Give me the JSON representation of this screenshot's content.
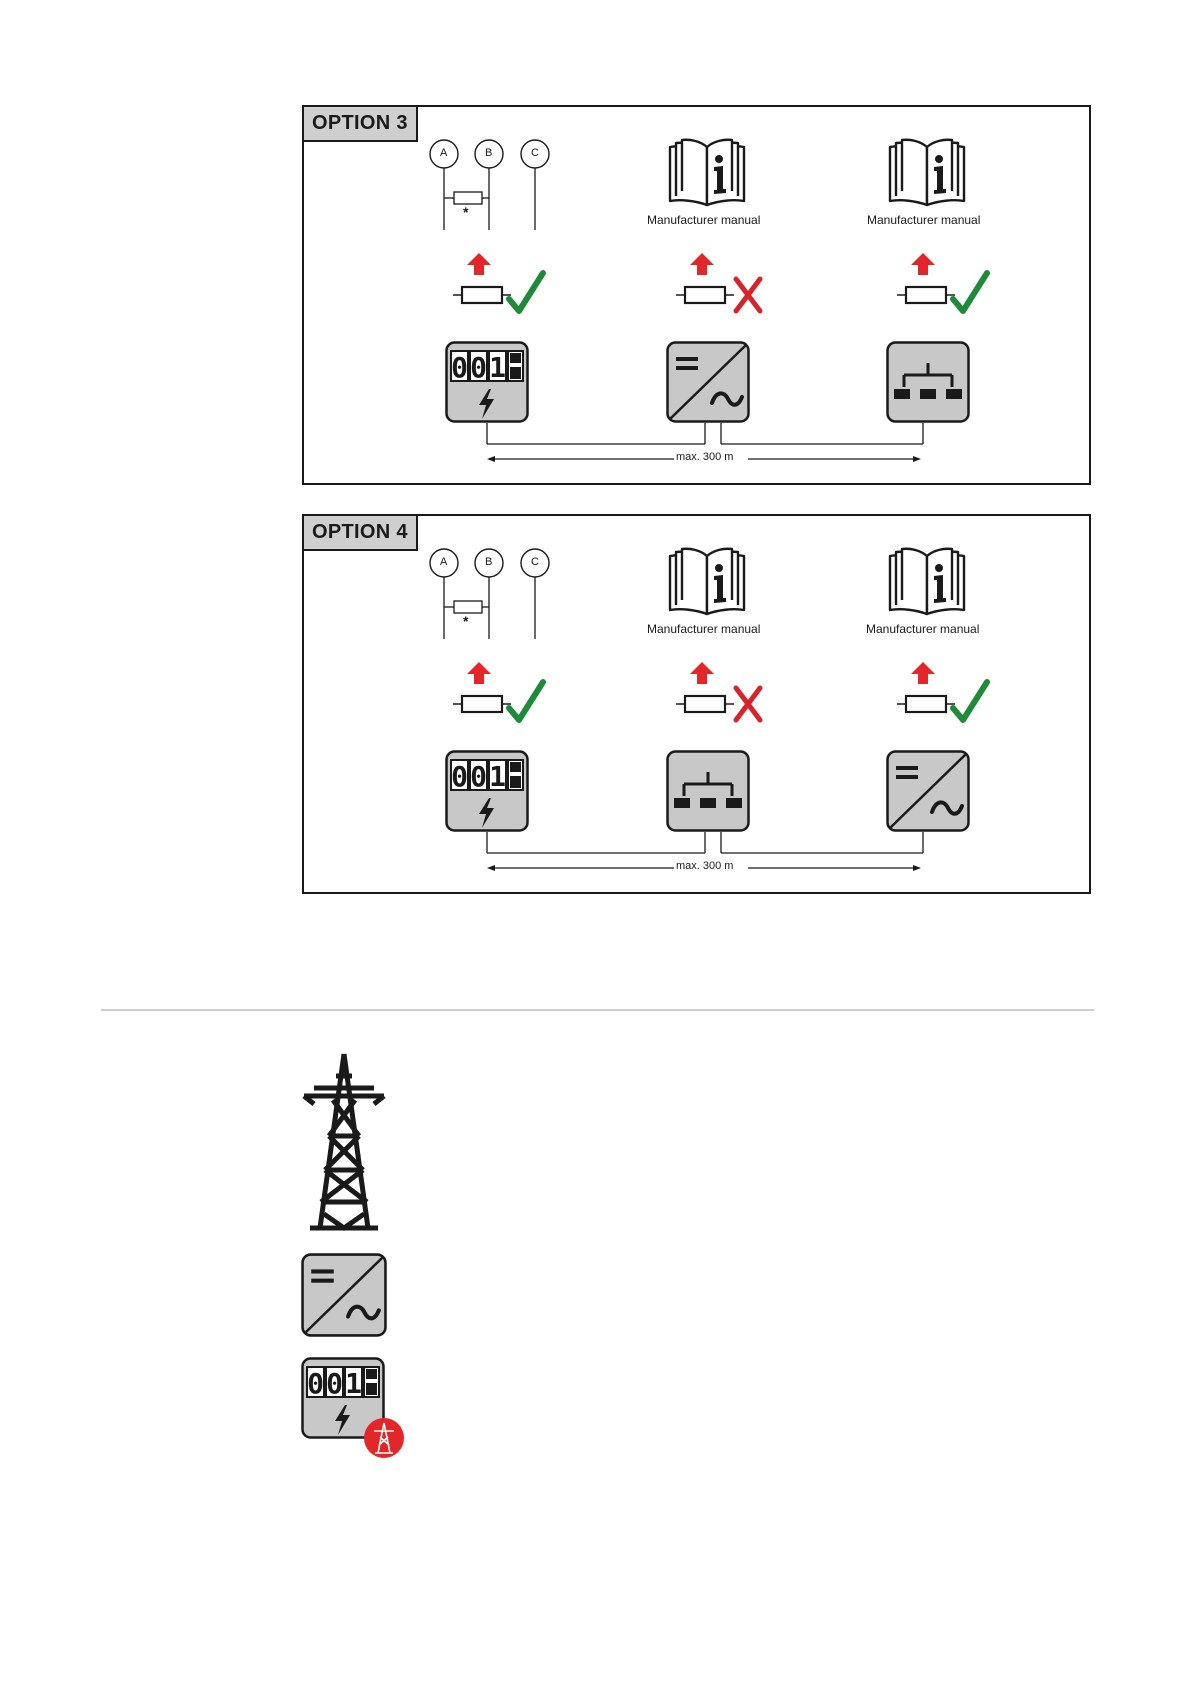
{
  "panels": [
    {
      "label": "OPTION 3",
      "terminals": [
        "A",
        "B",
        "C"
      ],
      "asterisk": "*",
      "manual_labels": [
        "Manufacturer manual",
        "Manufacturer manual"
      ],
      "termination": [
        "allowed",
        "not-allowed",
        "allowed"
      ],
      "devices": [
        "meter-icon",
        "inverter-icon",
        "splitter-icon"
      ],
      "meter_digits": "001",
      "distance_label": "max. 300 m"
    },
    {
      "label": "OPTION 4",
      "terminals": [
        "A",
        "B",
        "C"
      ],
      "asterisk": "*",
      "manual_labels": [
        "Manufacturer manual",
        "Manufacturer manual"
      ],
      "termination": [
        "allowed",
        "not-allowed",
        "allowed"
      ],
      "devices": [
        "meter-icon",
        "splitter-icon",
        "inverter-icon"
      ],
      "meter_digits": "001",
      "distance_label": "max. 300 m"
    }
  ],
  "legend": {
    "icons": [
      "power-pylon-icon",
      "inverter-icon",
      "grid-meter-icon"
    ],
    "meter_digits": "001"
  },
  "colors": {
    "arrow_red": "#e3262a",
    "check_green": "#1f8a3a",
    "cross_red": "#d8232a",
    "device_gray": "#c8c8c8",
    "label_gray": "#cfcfcf"
  }
}
